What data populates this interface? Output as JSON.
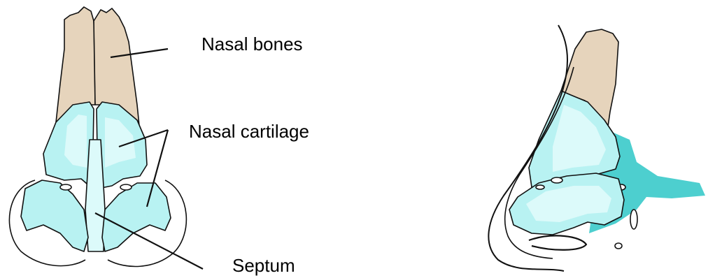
{
  "labels": {
    "nasal_bones": "Nasal bones",
    "nasal_cartilage": "Nasal cartilage",
    "septum": "Septum"
  },
  "colors": {
    "bone": "#e6d4bc",
    "cartilage": "#b8f2f2",
    "cartilage_light": "#dcfafa",
    "tissue": "#4dcfcf",
    "outline": "#111111"
  },
  "views": [
    "front-view",
    "side-view"
  ]
}
